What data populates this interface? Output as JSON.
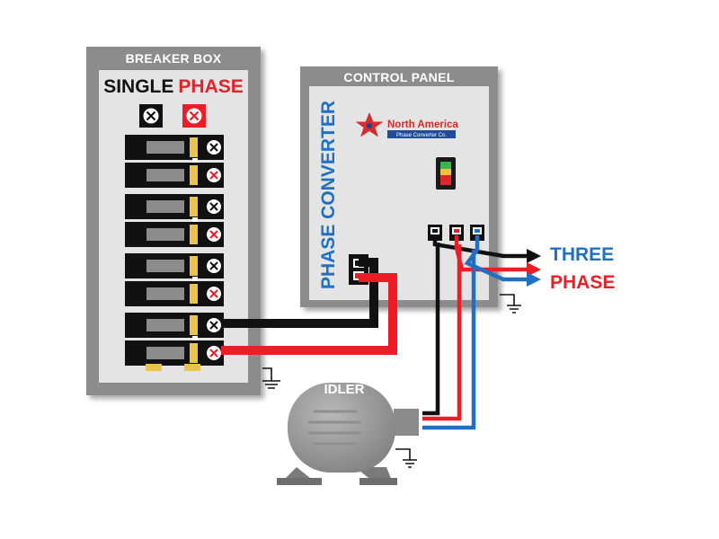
{
  "breaker_box": {
    "title": "BREAKER BOX",
    "single_word": "SINGLE",
    "phase_word": "PHASE"
  },
  "control_panel": {
    "title": "CONTROL PANEL",
    "vertical_label": "PHASE CONVERTER",
    "logo": {
      "name": "North America",
      "tagline": "Phase Converter Co."
    }
  },
  "output": {
    "line1": "THREE",
    "line2": "PHASE"
  },
  "motor": {
    "label": "IDLER"
  },
  "colors": {
    "hot_leg_black": "#111111",
    "hot_leg_red": "#ee1c24",
    "generated_leg_blue": "#1f6fc4",
    "enclosure_gray": "#8c8c8c",
    "panel_face": "#e2e2e2",
    "label_blue": "#1f6fc4",
    "label_red": "#e3222a",
    "breaker_handle": "#e8c54a"
  },
  "icons": {
    "terminal": "x-circle-terminal",
    "ground": "ground-symbol",
    "logo": "star-logo",
    "indicator": "status-light",
    "arrow": "arrowhead"
  }
}
